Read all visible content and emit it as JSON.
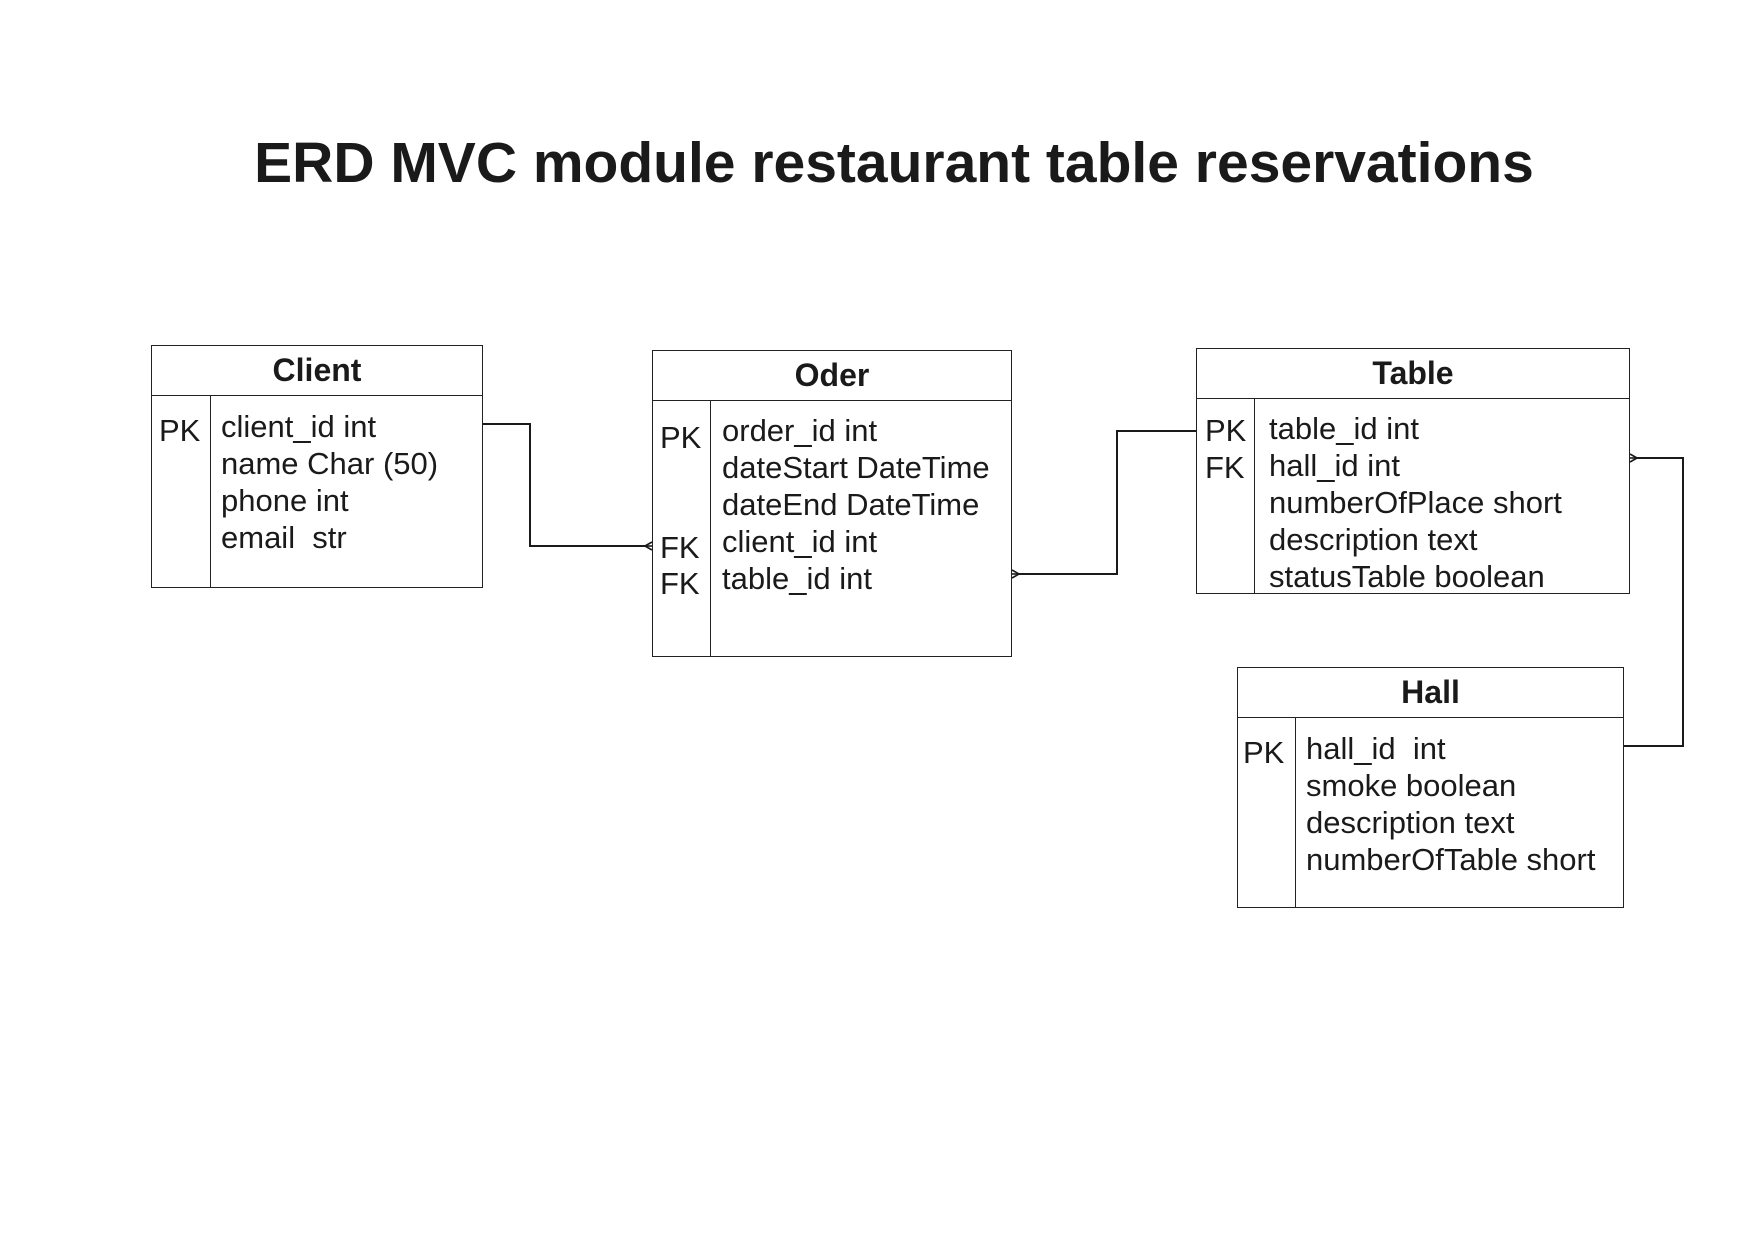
{
  "title": "ERD MVC module restaurant table reservations",
  "entities": {
    "client": {
      "name": "Client",
      "keys": [
        "PK"
      ],
      "fields": [
        "client_id int",
        "name Char (50)",
        "phone int",
        "email  str"
      ]
    },
    "oder": {
      "name": "Oder",
      "keys": [
        "PK",
        "FK",
        "FK"
      ],
      "fields": [
        "order_id int",
        "dateStart DateTime",
        "dateEnd DateTime",
        "client_id int",
        "table_id int"
      ]
    },
    "table": {
      "name": "Table",
      "keys": [
        "PK",
        "FK"
      ],
      "fields": [
        "table_id int",
        "hall_id int",
        "numberOfPlace short",
        "description text",
        "statusTable boolean"
      ]
    },
    "hall": {
      "name": "Hall",
      "keys": [
        "PK"
      ],
      "fields": [
        "hall_id  int",
        "smoke boolean",
        "description text",
        "numberOfTable short"
      ]
    }
  },
  "relations": [
    {
      "from": "Client.client_id",
      "to": "Oder.client_id"
    },
    {
      "from": "Table.table_id",
      "to": "Oder.table_id"
    },
    {
      "from": "Hall.hall_id",
      "to": "Table.hall_id"
    }
  ]
}
